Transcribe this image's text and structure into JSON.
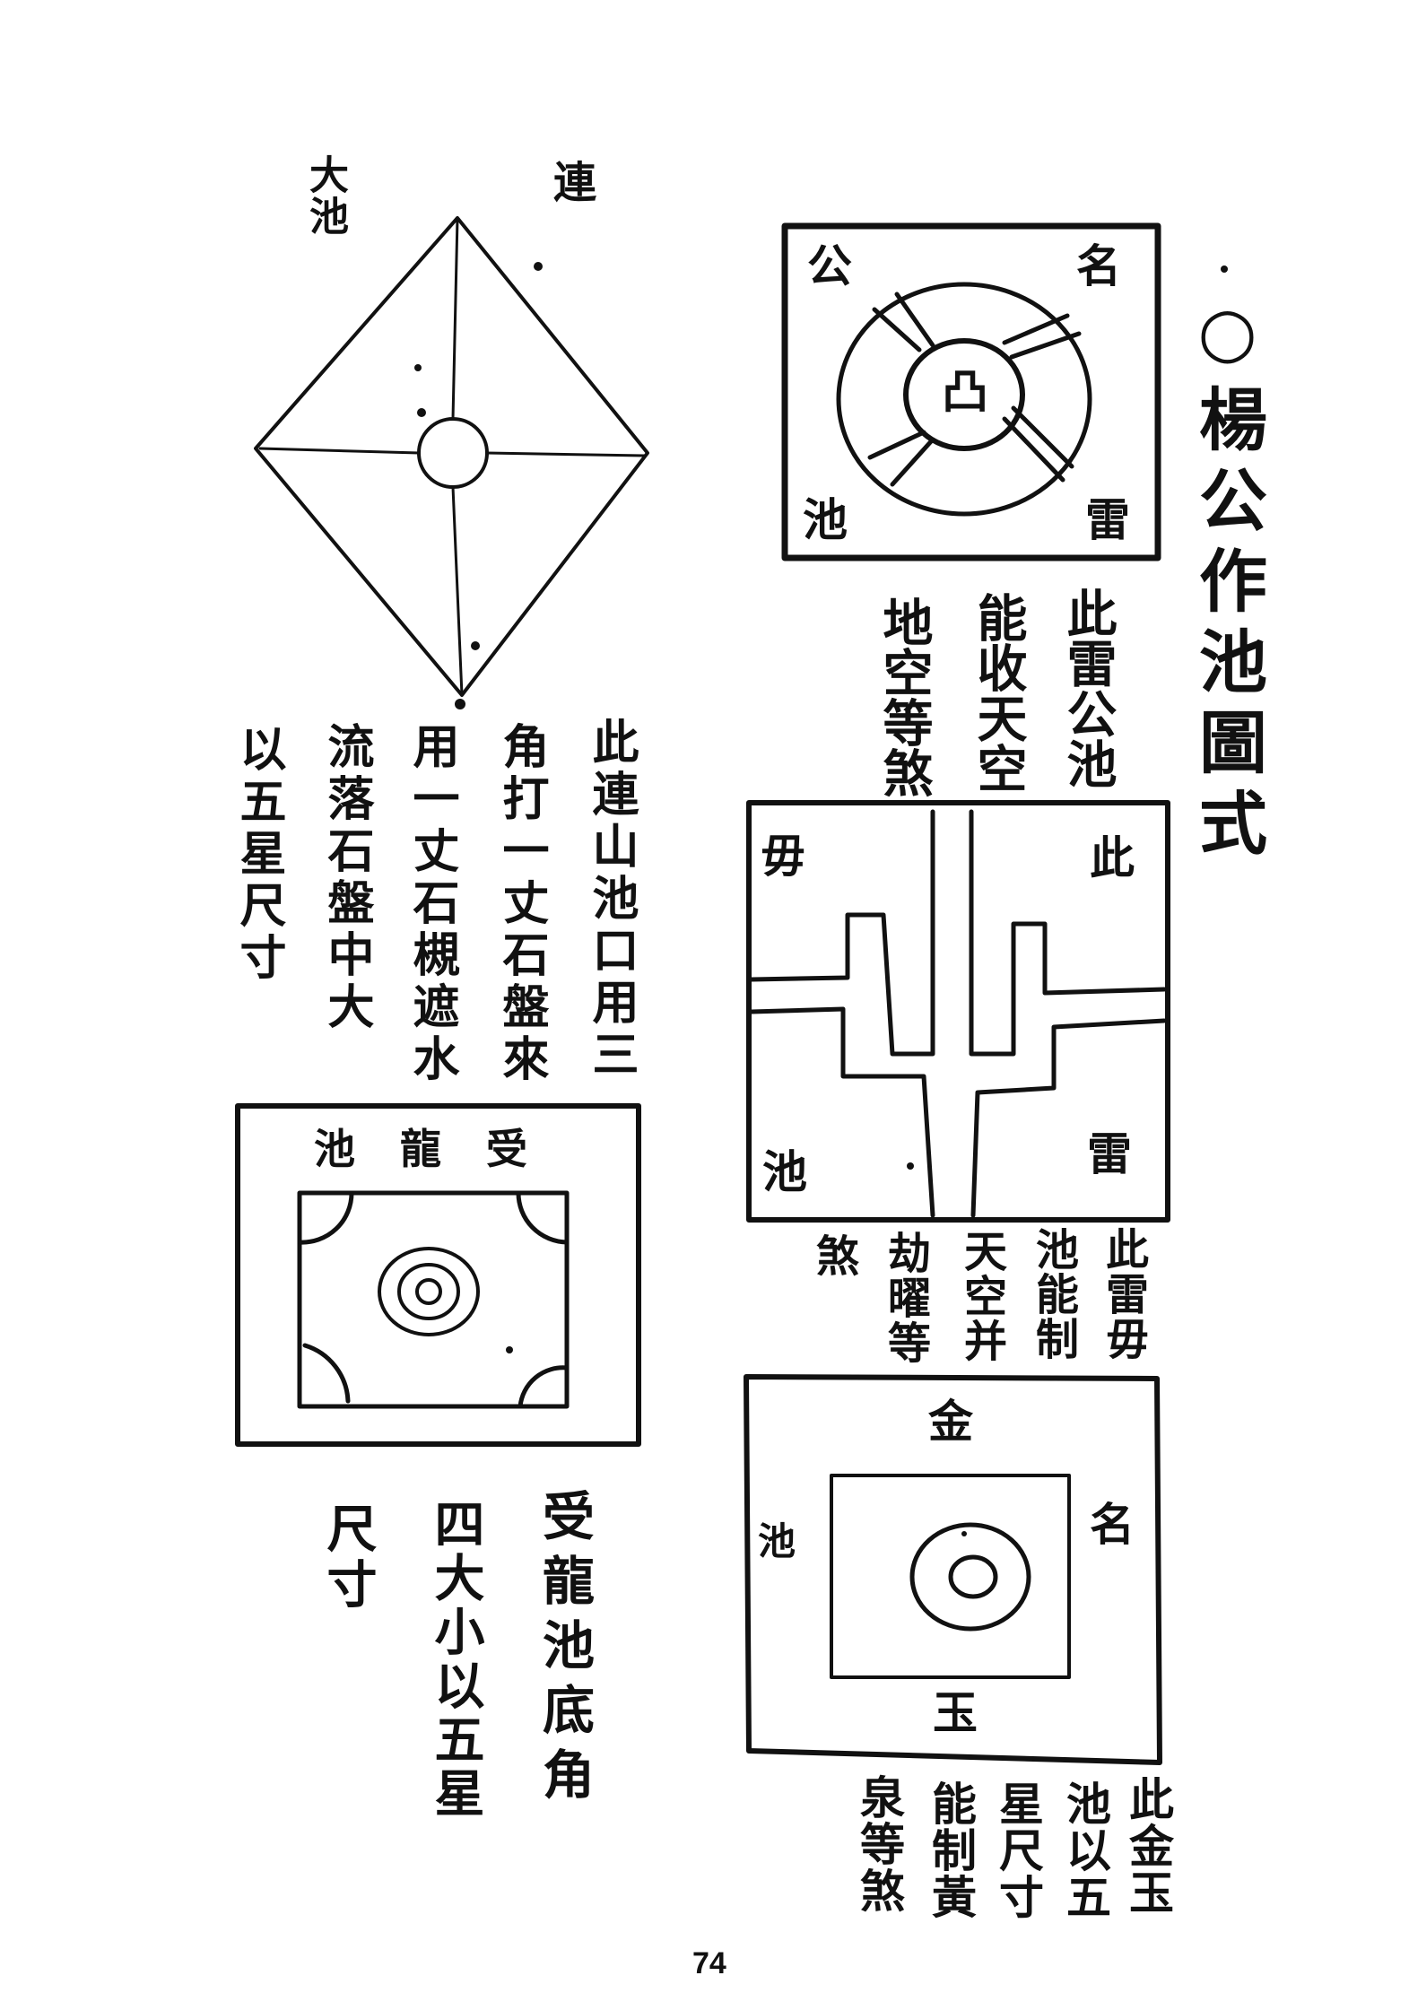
{
  "page": {
    "title": "○楊公作池圖式",
    "page_number": "74",
    "ink_color": "#111111",
    "paper_color": "#ffffff"
  },
  "diagram_lianshan": {
    "label_top_left": "大池",
    "label_top_right": "連",
    "caption_columns": [
      "此連山池口用三",
      "角打一丈石盤來",
      "用一丈石槻遮水",
      "流落石盤中大",
      "以五星尺寸"
    ]
  },
  "diagram_shoulong": {
    "header": "池龍受",
    "caption_columns": [
      "受龍池底角",
      "四大小以五星",
      "尺寸"
    ]
  },
  "diagram_leigong": {
    "corner_top_left": "公",
    "corner_top_right": "名",
    "corner_bottom_left": "池",
    "corner_bottom_right": "雷",
    "center_glyph": "凸",
    "caption_columns": [
      "此雷公池",
      "能收天空",
      "地空等煞"
    ]
  },
  "diagram_leimu": {
    "corner_top_left": "毋",
    "corner_top_right": "此",
    "corner_bottom_left": "池",
    "corner_bottom_right": "雷",
    "caption_columns": [
      "此雷毋",
      "池能制",
      "天空并",
      "劫曜等",
      "煞"
    ]
  },
  "diagram_jinyu": {
    "label_top": "金",
    "label_right": "名",
    "label_left": "池",
    "label_bottom": "玉",
    "caption_columns": [
      "此金玉",
      "池以五",
      "星尺寸",
      "能制黃",
      "泉等煞"
    ]
  }
}
